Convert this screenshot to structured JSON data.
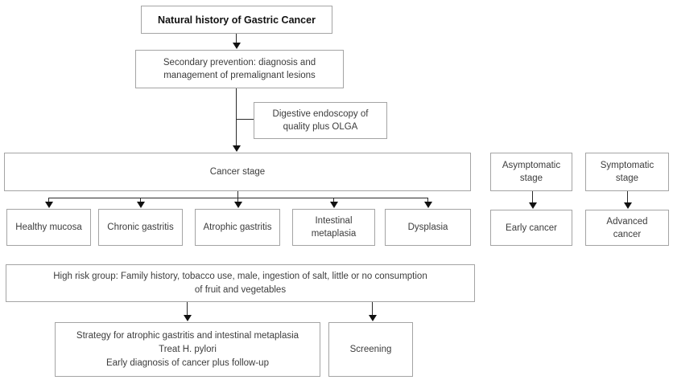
{
  "diagram": {
    "title": "Natural history of Gastric Cancer",
    "nodes": {
      "natural_history": "Natural history of Gastric Cancer",
      "secondary_prevention": "Secondary prevention: diagnosis and\nmanagement of premalignant lesions",
      "digestive_endoscopy": "Digestive endoscopy of\nquality plus OLGA",
      "cancer_stage": "Cancer stage",
      "healthy_mucosa": "Healthy mucosa",
      "chronic_gastritis": "Chronic gastritis",
      "atrophic_gastritis": "Atrophic gastritis",
      "intestinal_metaplasia": "Intestinal\nmetaplasia",
      "dysplasia": "Dysplasia",
      "asymptomatic_stage": "Asymptomatic\nstage",
      "symptomatic_stage": "Symptomatic\nstage",
      "early_cancer": "Early cancer",
      "advanced_cancer": "Advanced\ncancer",
      "high_risk_group": "High risk group: Family history, tobacco use, male, ingestion of salt, little or no consumption\nof fruit and vegetables",
      "strategy": "Strategy for atrophic gastritis and intestinal metaplasia\nTreat H. pylori\nEarly diagnosis of cancer plus follow-up",
      "screening": "Screening"
    },
    "edges": [
      {
        "from": "natural_history",
        "to": "secondary_prevention",
        "type": "arrow"
      },
      {
        "from": "secondary_prevention",
        "to": "cancer_stage",
        "type": "arrow"
      },
      {
        "from": "secondary_prevention_line",
        "to": "digestive_endoscopy",
        "type": "plain-elbow"
      },
      {
        "from": "cancer_stage",
        "to": "healthy_mucosa",
        "type": "arrow"
      },
      {
        "from": "cancer_stage",
        "to": "chronic_gastritis",
        "type": "arrow"
      },
      {
        "from": "cancer_stage",
        "to": "atrophic_gastritis",
        "type": "arrow"
      },
      {
        "from": "cancer_stage",
        "to": "intestinal_metaplasia",
        "type": "arrow"
      },
      {
        "from": "cancer_stage",
        "to": "dysplasia",
        "type": "arrow"
      },
      {
        "from": "asymptomatic_stage",
        "to": "early_cancer",
        "type": "arrow"
      },
      {
        "from": "symptomatic_stage",
        "to": "advanced_cancer",
        "type": "arrow"
      },
      {
        "from": "high_risk_group",
        "to": "strategy",
        "type": "arrow"
      },
      {
        "from": "high_risk_group",
        "to": "screening",
        "type": "arrow"
      }
    ],
    "colors": {
      "background": "#ffffff",
      "box_border": "#a4a4a4",
      "text": "#3c3c3c",
      "title_text": "#111111",
      "connector": "#2b2b2b"
    }
  }
}
